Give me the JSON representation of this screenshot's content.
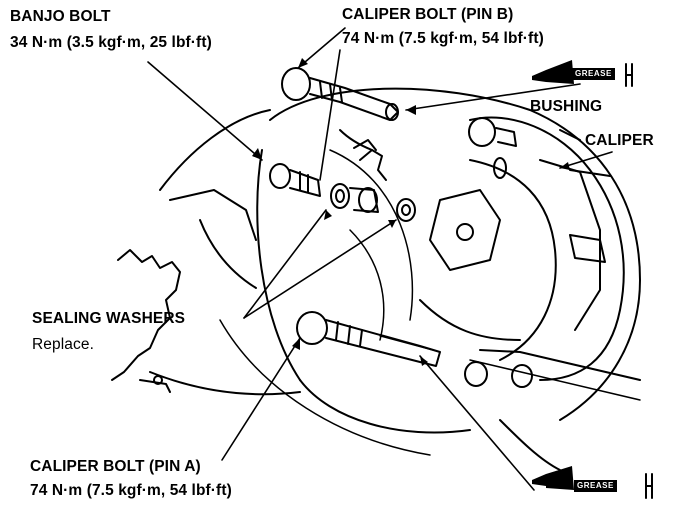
{
  "labels": {
    "banjo_bolt": {
      "title": "BANJO BOLT",
      "torque": "34 N·m (3.5 kgf·m, 25 lbf·ft)"
    },
    "caliper_bolt_b": {
      "title": "CALIPER BOLT (PIN B)",
      "torque": "74 N·m (7.5 kgf·m, 54 lbf·ft)"
    },
    "bushing": "BUSHING",
    "caliper": "CALIPER",
    "sealing_washers": {
      "title": "SEALING WASHERS",
      "note": "Replace."
    },
    "caliper_bolt_a": {
      "title": "CALIPER BOLT (PIN A)",
      "torque": "74 N·m (7.5 kgf·m, 54 lbf·ft)"
    }
  },
  "grease_tags": {
    "top": "GREASE",
    "bottom": "GREASE"
  }
}
